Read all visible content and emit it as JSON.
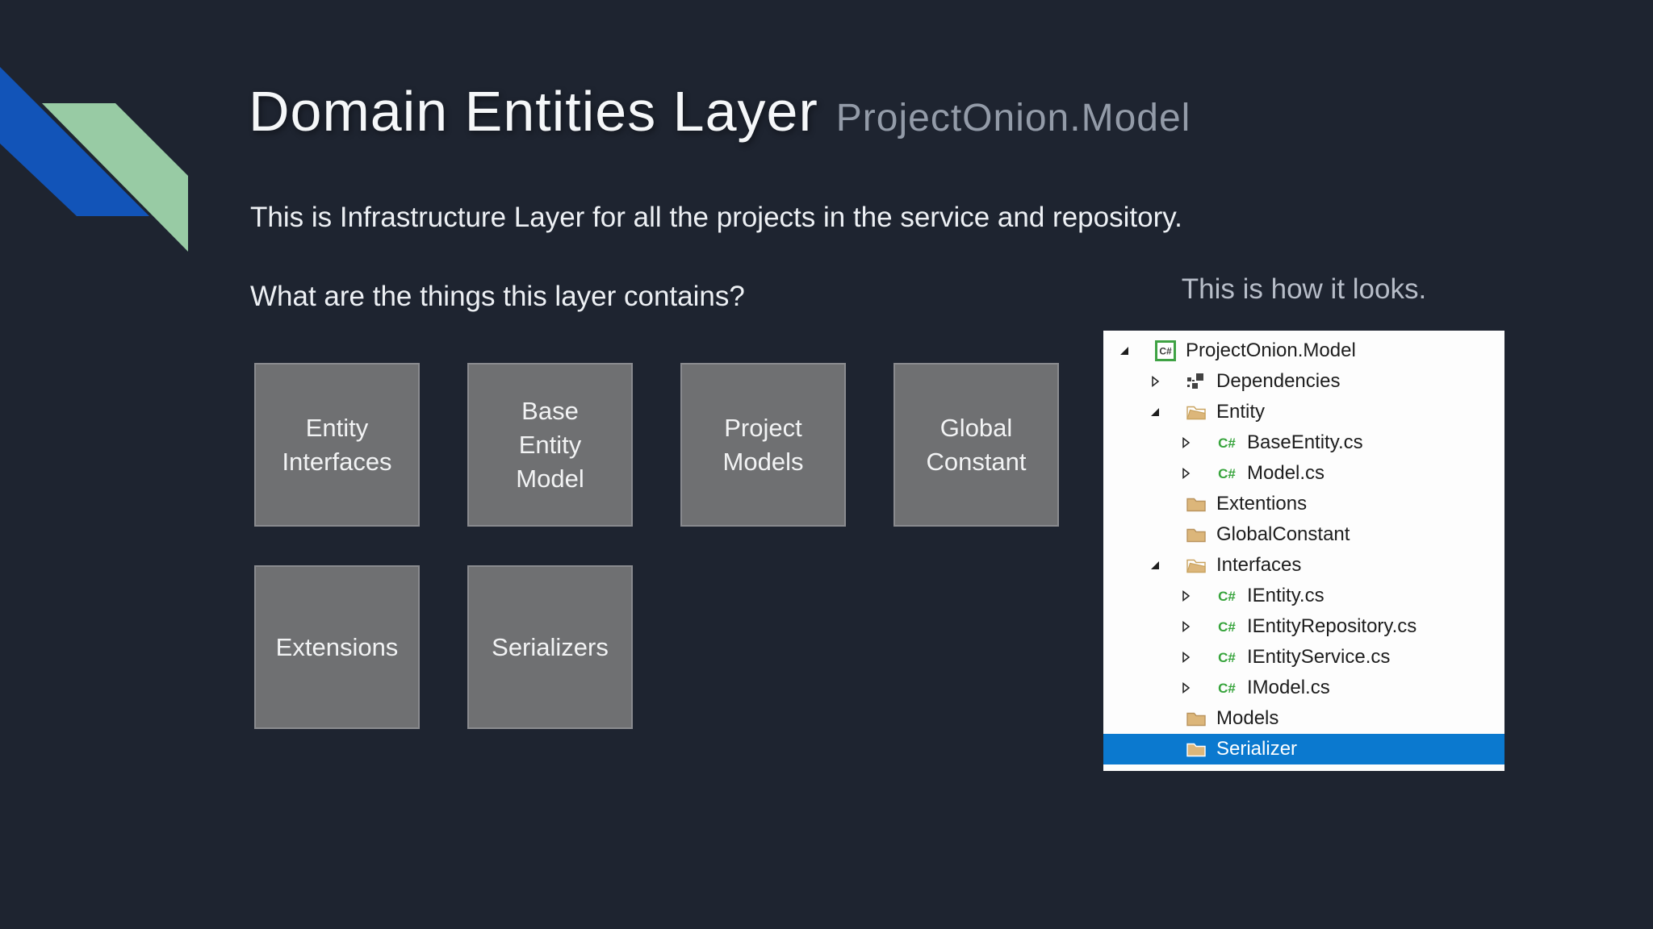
{
  "slide": {
    "title": "Domain Entities Layer",
    "subtitle": "ProjectOnion.Model",
    "description": "This is Infrastructure Layer for all the projects in the service and repository.",
    "question": "What are the things this layer contains?",
    "caption": "This is how it looks."
  },
  "boxes": [
    {
      "row": 1,
      "lines": [
        "Entity",
        "Interfaces"
      ]
    },
    {
      "row": 1,
      "lines": [
        "Base",
        "Entity",
        "Model"
      ]
    },
    {
      "row": 1,
      "lines": [
        "Project",
        "Models"
      ]
    },
    {
      "row": 1,
      "lines": [
        "Global",
        "Constant"
      ]
    },
    {
      "row": 2,
      "lines": [
        "Extensions"
      ]
    },
    {
      "row": 2,
      "lines": [
        "Serializers"
      ]
    }
  ],
  "solution_explorer": {
    "items": [
      {
        "label": "ProjectOnion.Model",
        "level": 0,
        "expander": "expanded",
        "icon": "csharp-project-icon",
        "selected": false
      },
      {
        "label": "Dependencies",
        "level": 1,
        "expander": "collapsed",
        "icon": "dependencies-icon",
        "selected": false
      },
      {
        "label": "Entity",
        "level": 1,
        "expander": "expanded",
        "icon": "folder-open-icon",
        "selected": false
      },
      {
        "label": "BaseEntity.cs",
        "level": 2,
        "expander": "collapsed",
        "icon": "csharp-file-icon",
        "selected": false
      },
      {
        "label": "Model.cs",
        "level": 2,
        "expander": "collapsed",
        "icon": "csharp-file-icon",
        "selected": false
      },
      {
        "label": "Extentions",
        "level": 1,
        "expander": "none",
        "icon": "folder-icon",
        "selected": false
      },
      {
        "label": "GlobalConstant",
        "level": 1,
        "expander": "none",
        "icon": "folder-icon",
        "selected": false
      },
      {
        "label": "Interfaces",
        "level": 1,
        "expander": "expanded",
        "icon": "folder-open-icon",
        "selected": false
      },
      {
        "label": "IEntity.cs",
        "level": 2,
        "expander": "collapsed",
        "icon": "csharp-file-icon",
        "selected": false
      },
      {
        "label": "IEntityRepository.cs",
        "level": 2,
        "expander": "collapsed",
        "icon": "csharp-file-icon",
        "selected": false
      },
      {
        "label": "IEntityService.cs",
        "level": 2,
        "expander": "collapsed",
        "icon": "csharp-file-icon",
        "selected": false
      },
      {
        "label": "IModel.cs",
        "level": 2,
        "expander": "collapsed",
        "icon": "csharp-file-icon",
        "selected": false
      },
      {
        "label": "Models",
        "level": 1,
        "expander": "none",
        "icon": "folder-icon",
        "selected": false
      },
      {
        "label": "Serializer",
        "level": 1,
        "expander": "none",
        "icon": "folder-icon",
        "selected": true
      }
    ]
  },
  "colors": {
    "background": "#1e2430",
    "ribbon-blue": "#1254b8",
    "ribbon-green": "#98cba4",
    "box-gray": "#6f7072",
    "selection-blue": "#0b79cf",
    "folder-tan": "#dcb67a",
    "csharp-green": "#37a43c"
  }
}
